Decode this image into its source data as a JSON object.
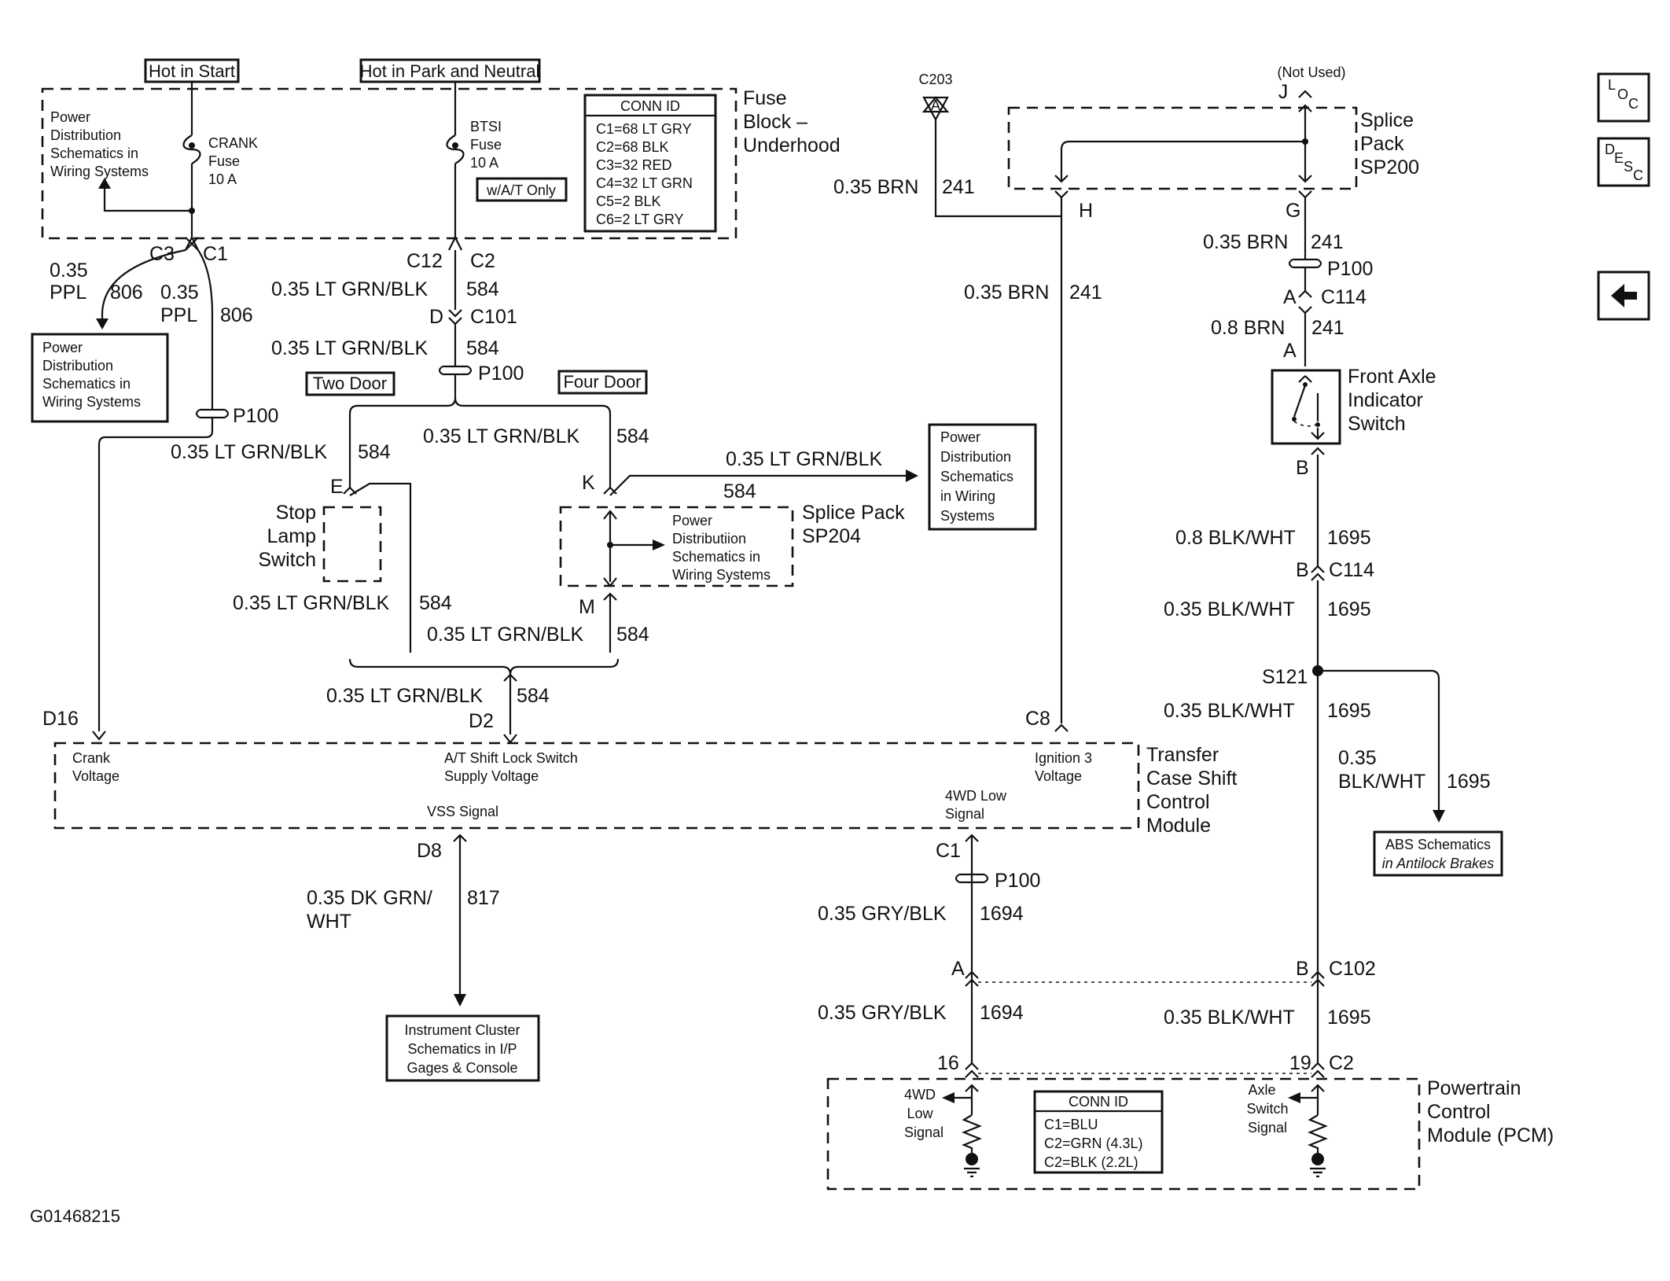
{
  "power_sources": {
    "hot_in_start": "Hot in Start",
    "hot_in_park_neutral": "Hot in Park and Neutral"
  },
  "fuse_block": {
    "title_1": "Fuse",
    "title_2": "Block –",
    "title_3": "Underhood",
    "pd_note_1": "Power",
    "pd_note_2": "Distribution",
    "pd_note_3": "Schematics in",
    "pd_note_4": "Wiring Systems",
    "crank_fuse_1": "CRANK",
    "crank_fuse_2": "Fuse",
    "crank_fuse_3": "10 A",
    "btsi_fuse_1": "BTSI",
    "btsi_fuse_2": "Fuse",
    "btsi_fuse_3": "10 A",
    "at_only": "w/A/T Only",
    "conn_id_title": "CONN ID",
    "conn_ids": [
      "C1=68 LT GRY",
      "C2=68 BLK",
      "C3=32 RED",
      "C4=32 LT GRN",
      "C5=2 BLK",
      "C6=2 LT GRY"
    ]
  },
  "left_branch": {
    "c3": "C3",
    "c1": "C1",
    "w806a_gauge": "0.35",
    "w806a_color": "PPL",
    "w806a_circuit": "806",
    "w806b_gauge": "0.35",
    "w806b_color": "PPL",
    "w806b_circuit": "806",
    "pd_box": [
      "Power",
      "Distribution",
      "Schematics in",
      "Wiring Systems"
    ],
    "p100": "P100",
    "d16": "D16"
  },
  "center_branch": {
    "c12": "C12",
    "c2": "C2",
    "w584_a": "0.35 LT GRN/BLK",
    "c584_a": "584",
    "d": "D",
    "c101": "C101",
    "w584_b": "0.35 LT GRN/BLK",
    "c584_b": "584",
    "p100": "P100",
    "two_door": "Two Door",
    "four_door": "Four Door",
    "w584_c": "0.35 LT GRN/BLK",
    "c584_c": "584",
    "w584_d": "0.35 LT GRN/BLK",
    "c584_d": "584",
    "e": "E",
    "stop_lamp_1": "Stop",
    "stop_lamp_2": "Lamp",
    "stop_lamp_3": "Switch",
    "w584_e": "0.35 LT GRN/BLK",
    "c584_e": "584",
    "k": "K",
    "w584_f": "0.35 LT GRN/BLK",
    "c584_f": "584",
    "pd_box_right": [
      "Power",
      "Distribution",
      "Schematics",
      "in Wiring",
      "Systems"
    ],
    "sp204_inner": [
      "Power",
      "Distributiion",
      "Schematics in",
      "Wiring Systems"
    ],
    "sp204_1": "Splice Pack",
    "sp204_2": "SP204",
    "m": "M",
    "w584_g": "0.35 LT GRN/BLK",
    "c584_g": "584",
    "w584_h": "0.35 LT GRN/BLK",
    "c584_h": "584",
    "d2": "D2"
  },
  "tccm": {
    "title": [
      "Transfer",
      "Case Shift",
      "Control",
      "Module"
    ],
    "crank_voltage_1": "Crank",
    "crank_voltage_2": "Voltage",
    "at_supply_1": "A/T Shift Lock Switch",
    "at_supply_2": "Supply Voltage",
    "ign3_1": "Ignition 3",
    "ign3_2": "Voltage",
    "vss": "VSS Signal",
    "lo4_1": "4WD Low",
    "lo4_2": "Signal",
    "c8": "C8",
    "d8": "D8",
    "c1": "C1"
  },
  "vss_branch": {
    "wire_1": "0.35 DK GRN/",
    "wire_2": "WHT",
    "circuit": "817",
    "ic_box": [
      "Instrument Cluster",
      "Schematics in I/P",
      "Gages & Console"
    ]
  },
  "splice_pack": {
    "c203": "C203",
    "a": "A",
    "not_used": "(Not Used)",
    "j": "J",
    "title": [
      "Splice",
      "Pack",
      "SP200"
    ],
    "w241_a": "0.35 BRN",
    "c241_a": "241",
    "h": "H",
    "g": "G",
    "w241_b": "0.35 BRN",
    "c241_b": "241"
  },
  "right_branch": {
    "w241_c": "0.35 BRN",
    "c241_c": "241",
    "p100": "P100",
    "a1": "A",
    "c114": "C114",
    "w241_d": "0.8 BRN",
    "c241_d": "241",
    "a2": "A",
    "front_axle": [
      "Front Axle",
      "Indicator",
      "Switch"
    ],
    "b1": "B",
    "w1695_a": "0.8 BLK/WHT",
    "c1695_a": "1695",
    "b2": "B",
    "c114b": "C114",
    "w1695_b": "0.35 BLK/WHT",
    "c1695_b": "1695",
    "s121": "S121",
    "w1695_c": "0.35 BLK/WHT",
    "c1695_c": "1695",
    "w1695_d_1": "0.35",
    "w1695_d_2": "BLK/WHT",
    "c1695_d": "1695",
    "abs_box": [
      "ABS Schematics",
      "in Antilock Brakes"
    ],
    "b3": "B",
    "c102": "C102",
    "w1695_e": "0.35 BLK/WHT",
    "c1695_e": "1695",
    "pin19": "19",
    "c2": "C2"
  },
  "lo4_branch": {
    "p100": "P100",
    "w1694_a": "0.35 GRY/BLK",
    "c1694_a": "1694",
    "a": "A",
    "w1694_b": "0.35 GRY/BLK",
    "c1694_b": "1694",
    "pin16": "16"
  },
  "pcm": {
    "title": [
      "Powertrain",
      "Control",
      "Module (PCM)"
    ],
    "lo4": [
      "4WD",
      "Low",
      "Signal"
    ],
    "axle": [
      "Axle",
      "Switch",
      "Signal"
    ],
    "conn_id_title": "CONN ID",
    "conn_ids": [
      "C1=BLU",
      "C2=GRN (4.3L)",
      "C2=BLK (2.2L)"
    ]
  },
  "nav": {
    "loc_1": "L",
    "loc_2": "O",
    "loc_3": "C",
    "desc_1": "D",
    "desc_2": "E",
    "desc_3": "S",
    "desc_4": "C"
  },
  "figure_id": "G01468215"
}
